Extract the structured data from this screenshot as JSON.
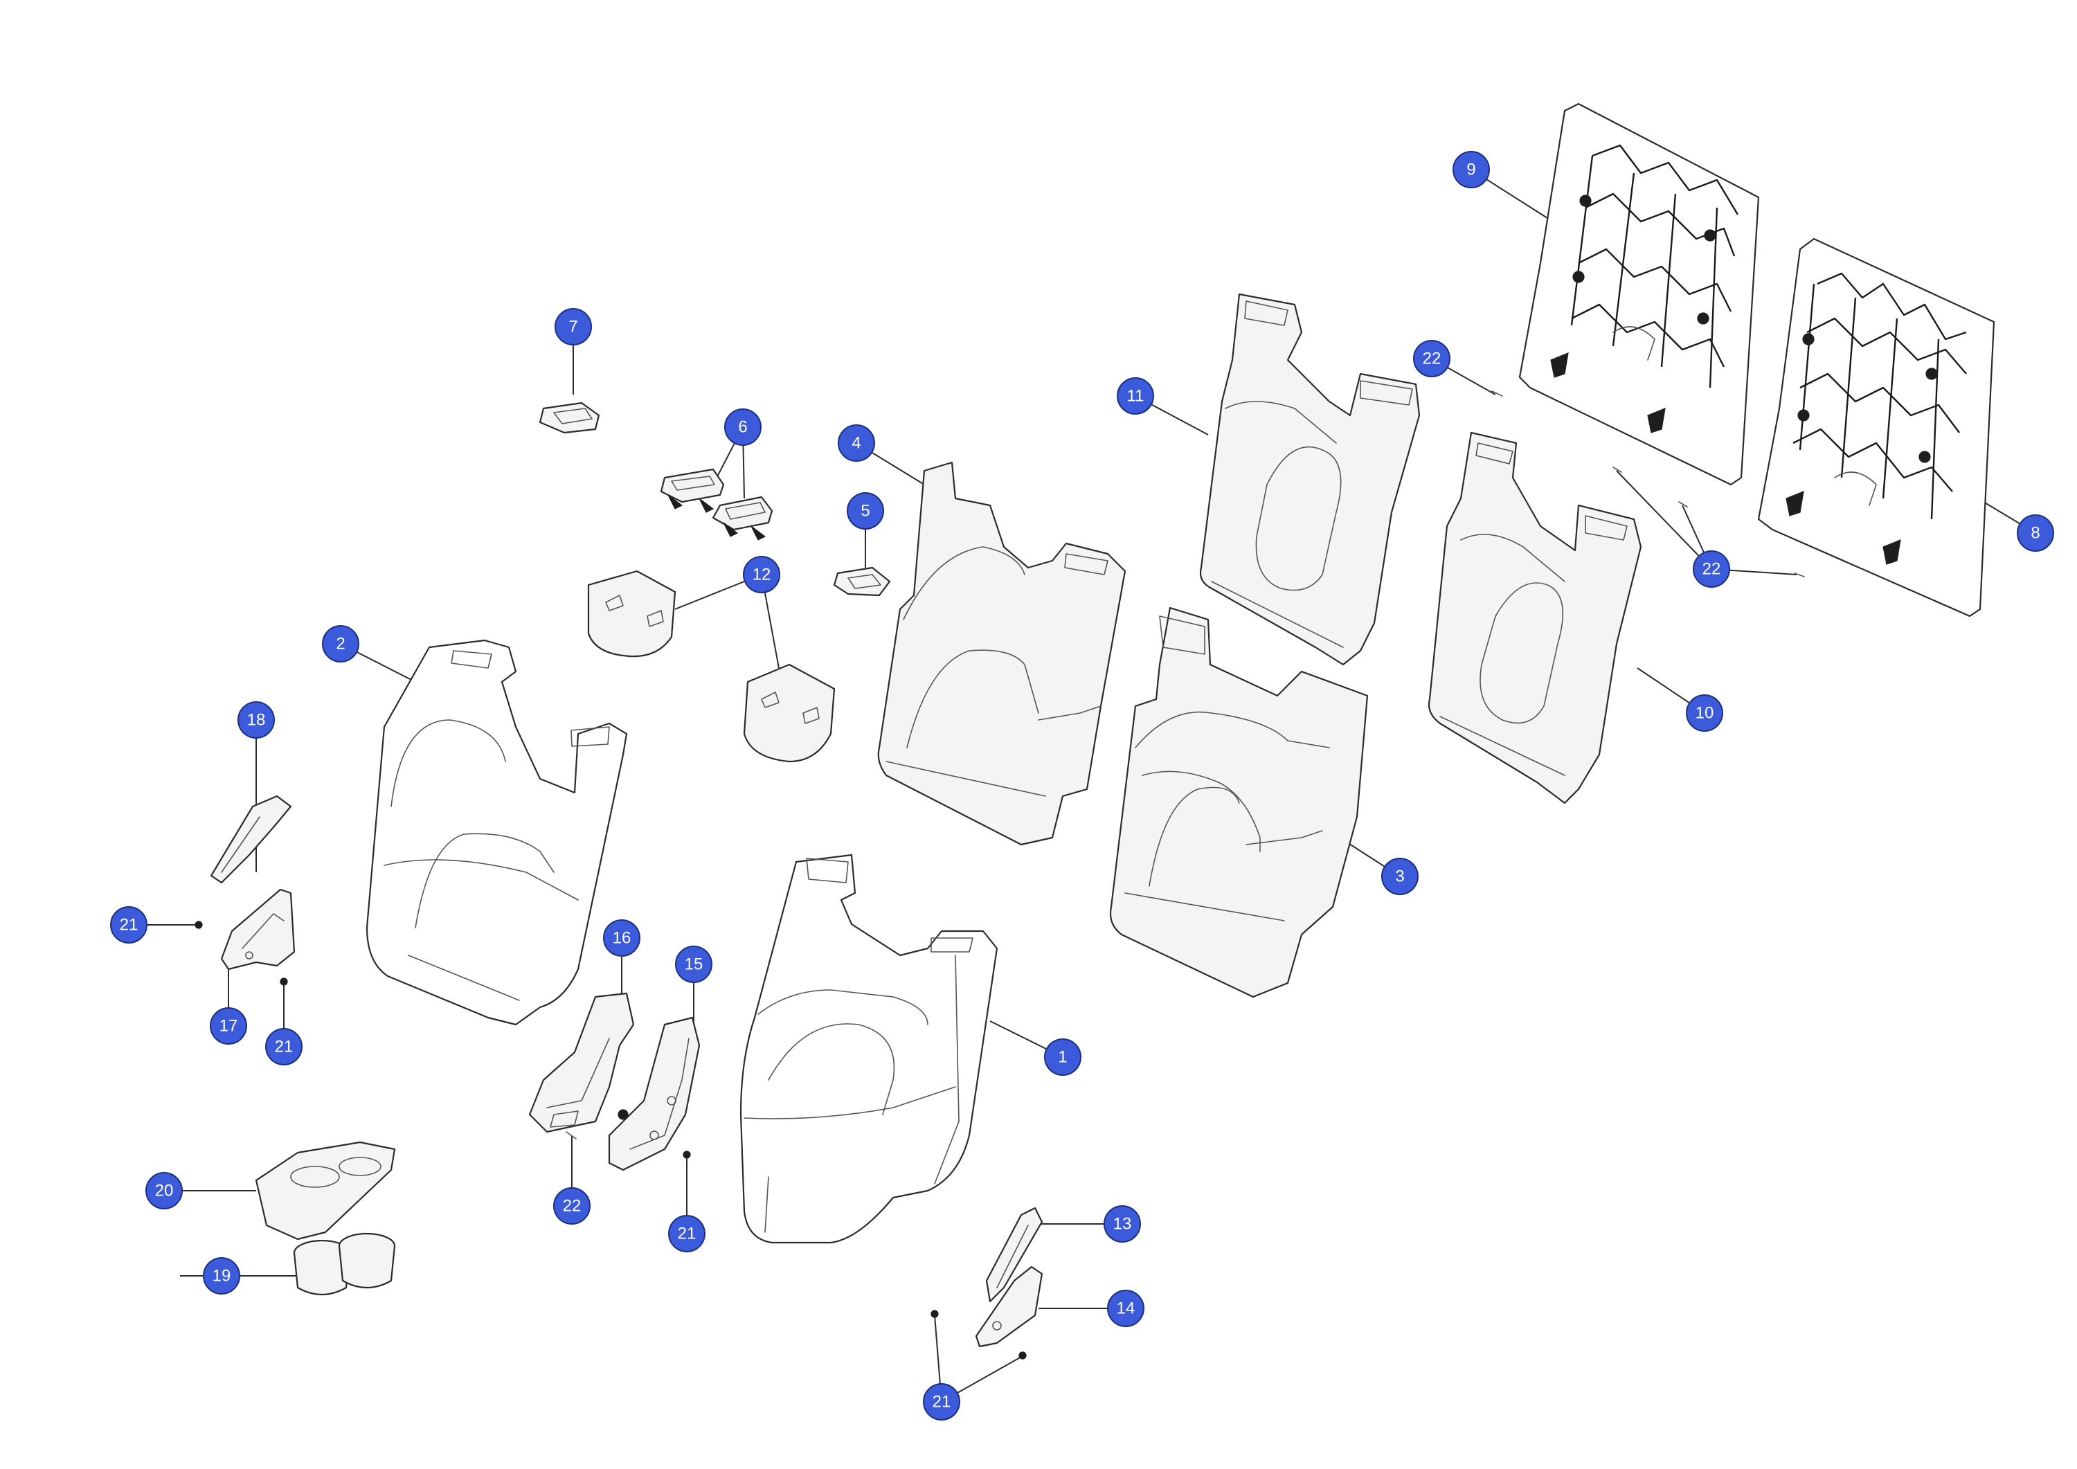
{
  "diagram": {
    "callouts": {
      "c1": "1",
      "c2": "2",
      "c3": "3",
      "c4": "4",
      "c5": "5",
      "c6": "6",
      "c7": "7",
      "c8": "8",
      "c9": "9",
      "c10": "10",
      "c11": "11",
      "c12": "12",
      "c13": "13",
      "c14": "14",
      "c15": "15",
      "c16": "16",
      "c17": "17",
      "c18": "18",
      "c19": "19",
      "c20": "20",
      "c21a": "21",
      "c21b": "21",
      "c21c": "21",
      "c21d": "21",
      "c22a": "22",
      "c22b": "22",
      "c22c": "22"
    },
    "colors": {
      "callout_fill": "#3b5bdb",
      "line": "#2b2b2b",
      "background": "#ffffff"
    }
  }
}
